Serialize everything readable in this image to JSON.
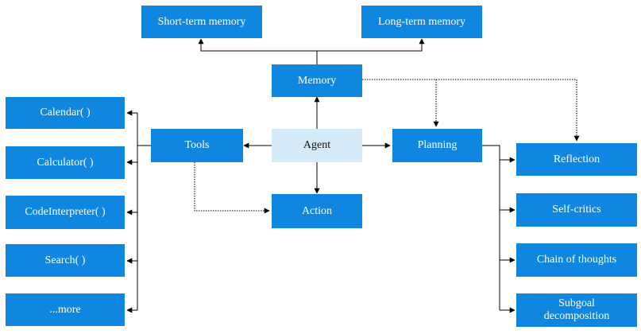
{
  "colors": {
    "node_fill": "#0f86e0",
    "agent_fill": "#d4eaf8",
    "line": "#000000"
  },
  "nodes": {
    "short_term_memory": "Short-term memory",
    "long_term_memory": "Long-term memory",
    "memory": "Memory",
    "calendar": "Calendar( )",
    "calculator": "Calculator( )",
    "code_interpreter": "CodeInterpreter( )",
    "search": "Search( )",
    "more": "...more",
    "tools": "Tools",
    "agent": "Agent",
    "planning": "Planning",
    "action": "Action",
    "reflection": "Reflection",
    "self_critics": "Self-critics",
    "chain_of_thoughts": "Chain of thoughts",
    "subgoal_decomposition": "Subgoal decomposition"
  }
}
